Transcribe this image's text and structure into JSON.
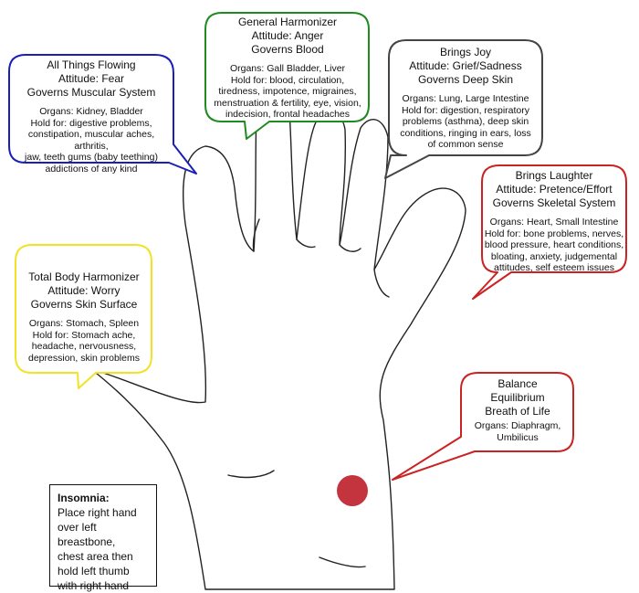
{
  "colors": {
    "blue": "#1b1fb8",
    "green": "#1f8a1f",
    "gray": "#444444",
    "red": "#cc2222",
    "yellow": "#f2e227",
    "dot": "#c3343f"
  },
  "callouts": {
    "index": {
      "header": [
        "General Harmonizer",
        "Attitude:  Anger",
        "Governs Blood"
      ],
      "body": [
        "Organs: Gall Bladder, Liver",
        "Hold for: blood, circulation,",
        "tiredness, impotence, migraines,",
        "menstruation & fertility, eye, vision,",
        "indecision, frontal headaches"
      ]
    },
    "middle": {
      "header": [
        "Brings Joy",
        "Attitude:  Grief/Sadness",
        "Governs Deep Skin"
      ],
      "body": [
        "Organs: Lung, Large Intestine",
        "Hold for: digestion, respiratory",
        "problems (asthma), deep skin",
        "conditions, ringing in ears, loss",
        "of common sense"
      ]
    },
    "thumb": {
      "header": [
        "All Things Flowing",
        "Attitude:  Fear",
        "Governs Muscular System"
      ],
      "body": [
        "Organs: Kidney, Bladder",
        "Hold for: digestive problems,",
        "constipation, muscular aches, arthritis,",
        "jaw, teeth gums (baby teething)",
        "addictions of any kind"
      ]
    },
    "ring": {
      "header": [
        "Brings Laughter",
        "Attitude:  Pretence/Effort",
        "Governs Skeletal System"
      ],
      "body": [
        "Organs: Heart, Small Intestine",
        "Hold for: bone problems, nerves,",
        "blood pressure, heart conditions,",
        "bloating, anxiety, judgemental",
        "attitudes, self esteem issues"
      ]
    },
    "little": {
      "header": [
        "Total Body Harmonizer",
        "Attitude:  Worry",
        "Governs Skin Surface"
      ],
      "body": [
        "Organs: Stomach, Spleen",
        "Hold for: Stomach ache,",
        "headache, nervousness,",
        "depression, skin problems"
      ]
    },
    "palm": {
      "header": [
        "Balance",
        "Equilibrium",
        "Breath of Life"
      ],
      "body": [
        "Organs: Diaphragm,",
        "Umbilicus"
      ]
    }
  },
  "insomnia": {
    "title": "Insomnia:",
    "lines": [
      "Place right hand",
      "over left",
      "breastbone,",
      "chest area then",
      "hold left thumb",
      "with right hand"
    ]
  }
}
